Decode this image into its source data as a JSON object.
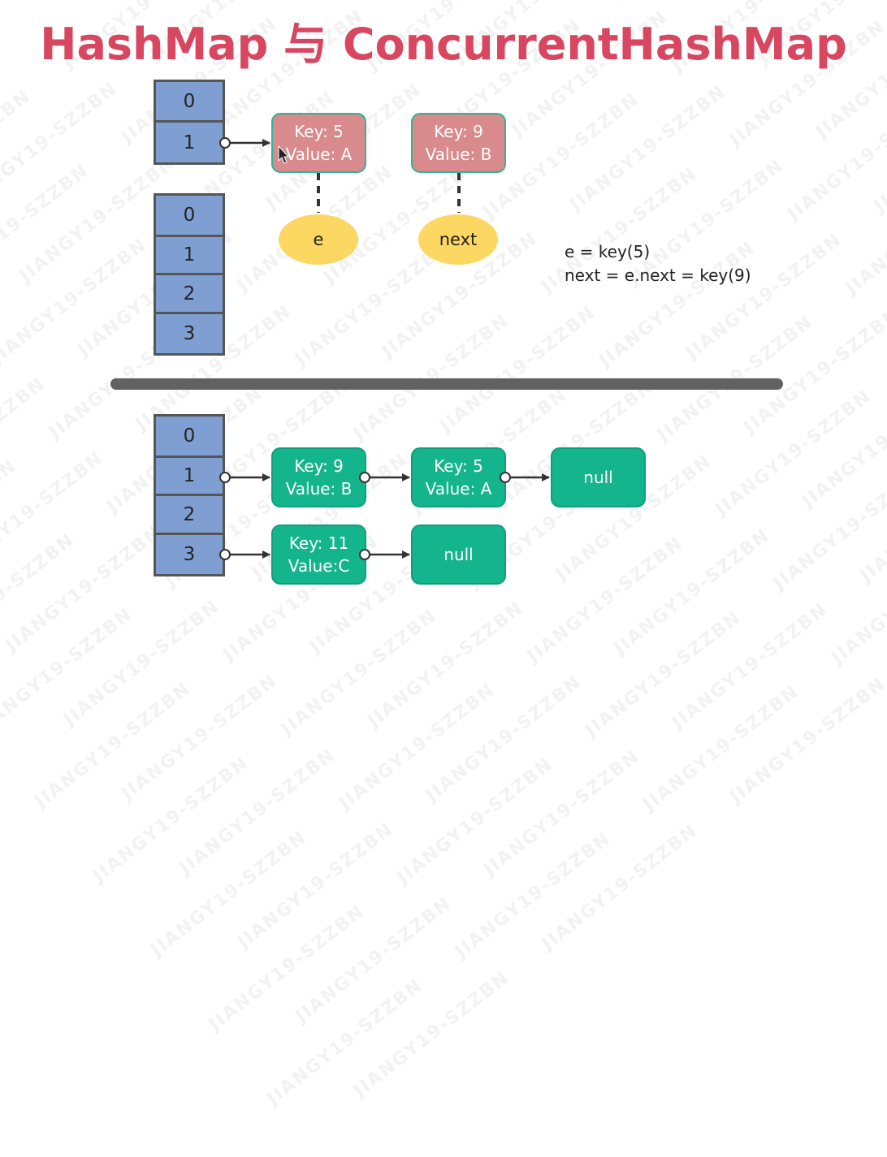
{
  "title": "HashMap 与 ConcurrentHashMap",
  "watermark": "JIANGY19-SZZBN",
  "colors": {
    "title": "#d8465f",
    "array_cell": "#7f9fd3",
    "node_old": "#d88a8c",
    "node_new": "#14b58c",
    "pointer_oval": "#fcd761",
    "divider": "#616161"
  },
  "top": {
    "old_table": [
      "0",
      "1"
    ],
    "new_table": [
      "0",
      "1",
      "2",
      "3"
    ],
    "nodes": [
      {
        "key": "Key: 5",
        "value": "Value: A"
      },
      {
        "key": "Key: 9",
        "value": "Value: B"
      }
    ],
    "pointers": [
      "e",
      "next"
    ],
    "code": [
      "e = key(5)",
      "next = e.next = key(9)"
    ]
  },
  "bottom": {
    "table": [
      "0",
      "1",
      "2",
      "3"
    ],
    "bucket1": [
      {
        "key": "Key: 9",
        "value": "Value: B"
      },
      {
        "key": "Key: 5",
        "value": "Value: A"
      }
    ],
    "bucket1_null": "null",
    "bucket3": [
      {
        "key": "Key: 11",
        "value": "Value:C"
      }
    ],
    "bucket3_null": "null"
  }
}
